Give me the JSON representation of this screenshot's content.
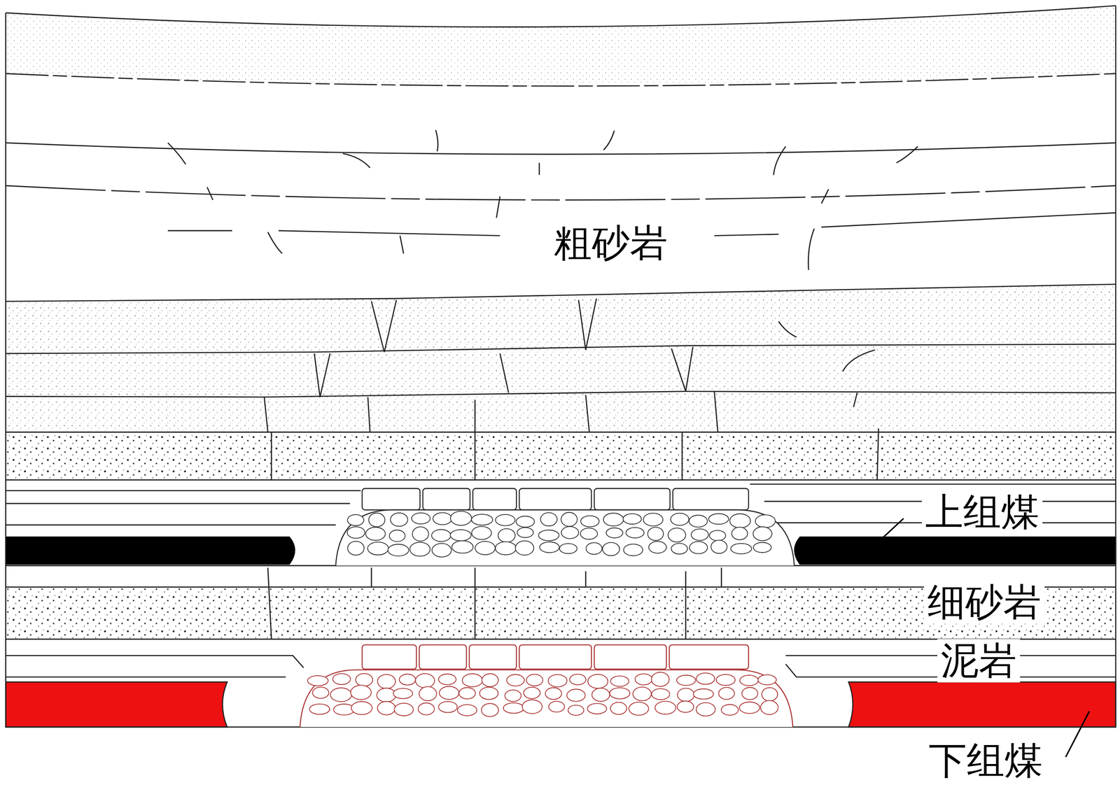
{
  "diagram": {
    "labels": [
      "粗砂岩",
      "上组煤",
      "细砂岩",
      "泥岩",
      "下组煤"
    ]
  }
}
